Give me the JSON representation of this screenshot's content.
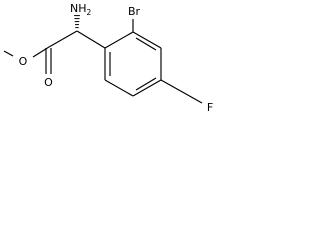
{
  "molecule": {
    "atoms": {
      "methoxy_o": "O",
      "carbonyl_o": "O",
      "amine": {
        "main": "NH",
        "subscript": "2"
      },
      "bromine": "Br",
      "fluorine": "F"
    },
    "colors": {
      "ink": "#000000",
      "background": "#ffffff"
    }
  }
}
